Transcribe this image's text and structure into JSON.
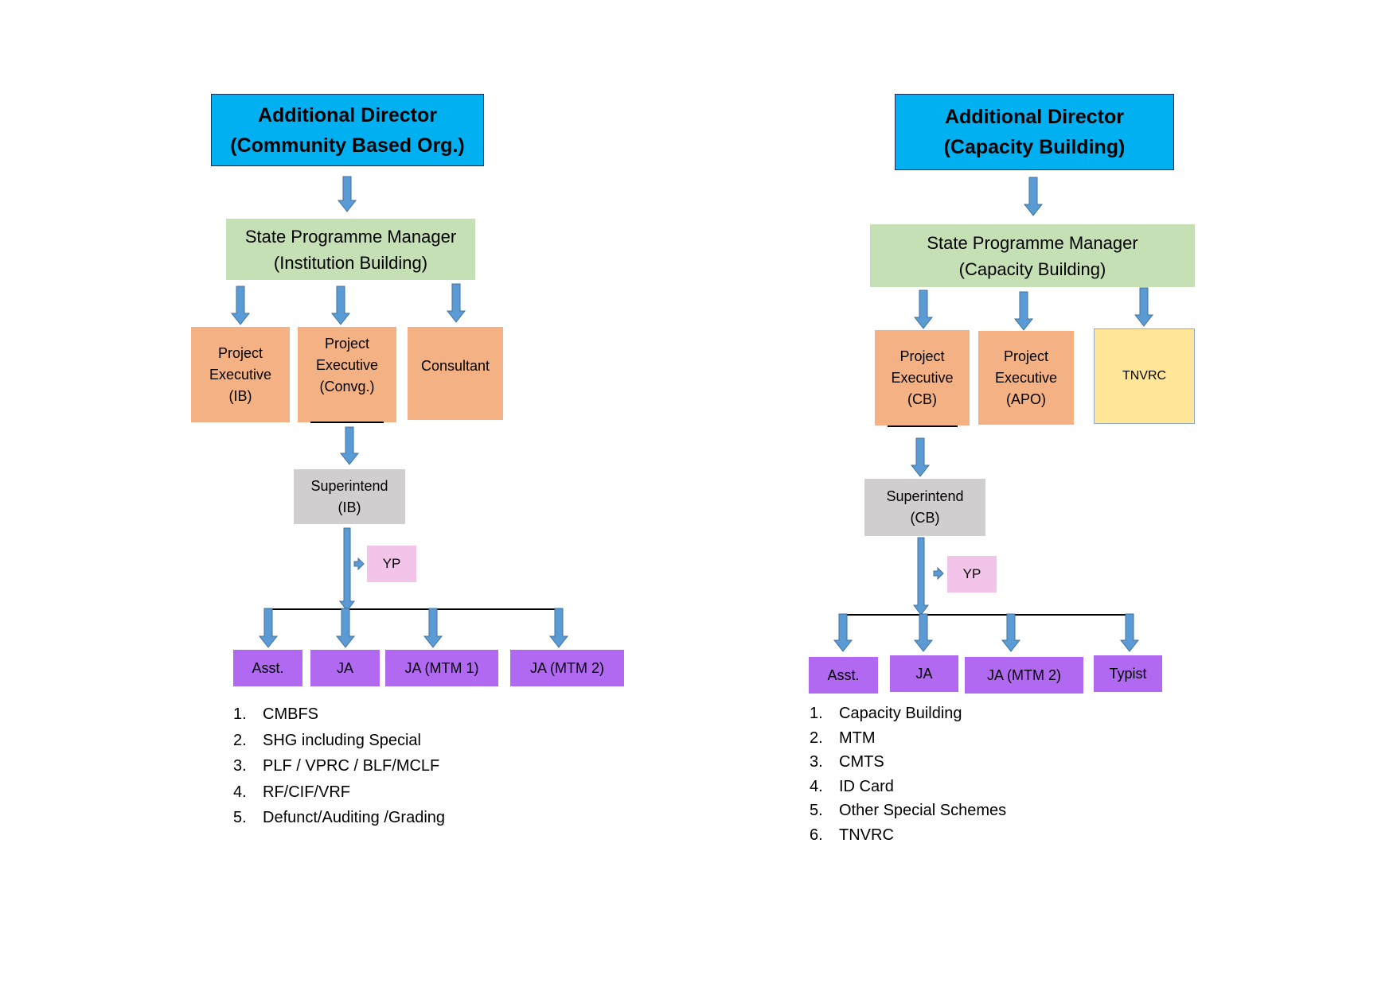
{
  "left": {
    "director": {
      "line1": "Additional Director",
      "line2": "(Community Based Org.)"
    },
    "spm": {
      "line1": "State Programme Manager",
      "line2": "(Institution Building)"
    },
    "units": [
      {
        "lines": [
          "Project",
          "Executive",
          "(IB)"
        ]
      },
      {
        "lines": [
          "Project",
          "Executive",
          "(Convg.)"
        ]
      },
      {
        "lines": [
          "Consultant"
        ]
      }
    ],
    "superintend": {
      "line1": "Superintend",
      "line2": "(IB)"
    },
    "yp": "YP",
    "staff": [
      "Asst.",
      "JA",
      "JA (MTM 1)",
      "JA (MTM 2)"
    ],
    "duties": [
      {
        "num": "1.",
        "text": "CMBFS"
      },
      {
        "num": "2.",
        "text": "SHG including Special"
      },
      {
        "num": "3.",
        "text": "PLF / VPRC / BLF/MCLF"
      },
      {
        "num": "4.",
        "text": "RF/CIF/VRF"
      },
      {
        "num": "5.",
        "text": "Defunct/Auditing /Grading"
      }
    ]
  },
  "right": {
    "director": {
      "line1": "Additional Director",
      "line2": "(Capacity Building)"
    },
    "spm": {
      "line1": "State Programme Manager",
      "line2": "(Capacity Building)"
    },
    "units": [
      {
        "lines": [
          "Project",
          "Executive",
          "(CB)"
        ]
      },
      {
        "lines": [
          "Project",
          "Executive",
          "(APO)"
        ]
      },
      {
        "lines": [
          "TNVRC"
        ]
      }
    ],
    "superintend": {
      "line1": "Superintend",
      "line2": "(CB)"
    },
    "yp": "YP",
    "staff": [
      "Asst.",
      "JA",
      "JA (MTM 2)",
      "Typist"
    ],
    "duties": [
      {
        "num": "1.",
        "text": "Capacity Building"
      },
      {
        "num": "2.",
        "text": "MTM"
      },
      {
        "num": "3.",
        "text": "CMTS"
      },
      {
        "num": "4.",
        "text": "ID Card"
      },
      {
        "num": "5.",
        "text": "Other Special Schemes"
      },
      {
        "num": "6.",
        "text": "TNVRC"
      }
    ]
  },
  "colors": {
    "director": "#00b0f0",
    "spm": "#c5e0b4",
    "executive": "#f4b183",
    "tnvrc": "#ffe699",
    "superintend": "#d0cece",
    "yp": "#f2c4ea",
    "staff": "#b069f0",
    "arrow": "#5b9bd5"
  }
}
